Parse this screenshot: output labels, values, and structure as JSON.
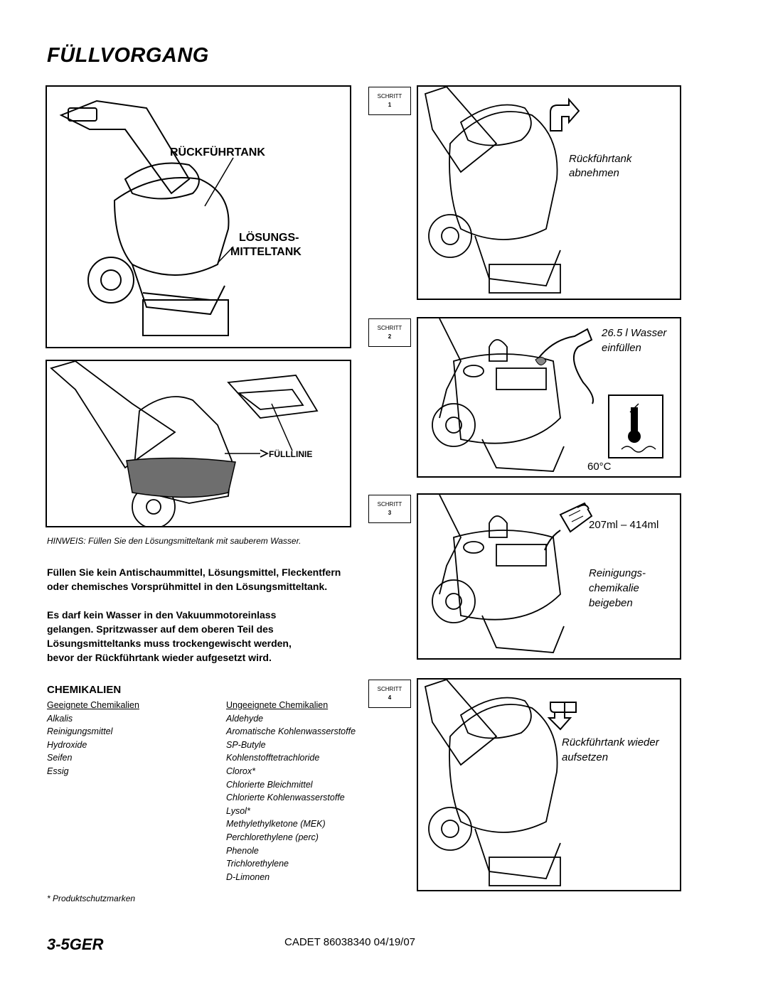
{
  "page": {
    "title": "FÜLLVORGANG",
    "page_number": "3-5GER",
    "doc_code": "CADET 86038340  04/19/07",
    "footnote": "* Produktschutzmarken"
  },
  "figure_main": {
    "label_recovery": "RÜCKFÜHRTANK",
    "label_solution_1": "LÖSUNGS-",
    "label_solution_2": "MITTELTANK"
  },
  "figure_fill": {
    "label_fill_line": "FÜLLLINIE"
  },
  "note": "HINWEIS: Füllen Sie den Lösungsmitteltank mit sauberem Wasser.",
  "warnings": [
    {
      "lines": [
        "Füllen Sie kein Antischaummittel, Lösungsmittel, Fleckentfern",
        "oder chemisches Vorsprühmittel in den Lösungsmitteltank."
      ]
    },
    {
      "lines": [
        "Es darf kein Wasser in den Vakuummotoreinlass",
        "gelangen. Spritzwasser auf dem oberen Teil des",
        "Lösungsmitteltanks muss trockengewischt werden,",
        "bevor der Rückführtank wieder aufgesetzt wird."
      ]
    }
  ],
  "chemicals": {
    "heading": "CHEMIKALIEN",
    "suitable_heading": "Geeignete Chemikalien",
    "suitable": [
      "Alkalis",
      "Reinigungsmittel",
      "Hydroxide",
      "Seifen",
      "Essig"
    ],
    "unsuitable_heading": "Ungeeignete Chemikalien",
    "unsuitable": [
      "Aldehyde",
      "Aromatische Kohlenwasserstoffe",
      "SP-Butyle",
      "Kohlenstofftetrachloride",
      "Clorox*",
      "Chlorierte Bleichmittel",
      "Chlorierte Kohlenwasserstoffe",
      "Lysol*",
      "Methylethylketone  (MEK)",
      "Perchlorethylene (perc)",
      "Phenole",
      "Trichlorethylene",
      "D-Limonen"
    ]
  },
  "steps": [
    {
      "label": "SCHRITT",
      "number": "1",
      "caption": [
        "Rückführtank",
        "abnehmen"
      ],
      "icon": "arrow-up-right-icon"
    },
    {
      "label": "SCHRITT",
      "number": "2",
      "caption": [
        "26.5 l Wasser",
        "einfüllen"
      ],
      "temperature": "60°C",
      "icon": "hose-icon"
    },
    {
      "label": "SCHRITT",
      "number": "3",
      "amount": "207ml – 414ml",
      "caption": [
        "Reinigungs-",
        "chemikalie",
        "beigeben"
      ],
      "icon": "jug-icon"
    },
    {
      "label": "SCHRITT",
      "number": "4",
      "caption": [
        "Rückführtank wieder",
        "aufsetzen"
      ],
      "icon": "arrow-down-right-icon"
    }
  ]
}
